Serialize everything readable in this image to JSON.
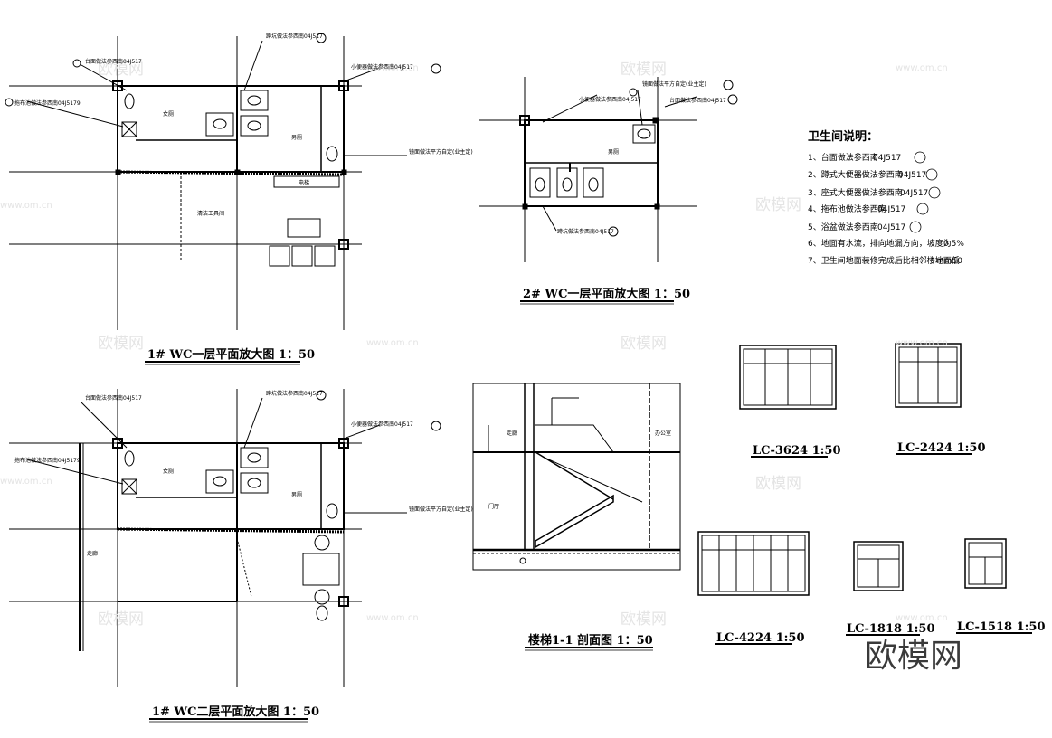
{
  "titles": {
    "wc1_floor1": "1# WC一层平面放大图 1：50",
    "wc2_floor1": "2# WC一层平面放大图 1：50",
    "wc1_floor2": "1# WC二层平面放大图 1：50",
    "stair_section": "楼梯1-1 剖面图 1：50"
  },
  "windows": [
    {
      "code": "LC-3624 1:50"
    },
    {
      "code": "LC-2424 1:50"
    },
    {
      "code": "LC-4224 1:50"
    },
    {
      "code": "LC-1818 1:50"
    },
    {
      "code": "LC-1518 1:50"
    }
  ],
  "notes": {
    "title": "卫生间说明：",
    "items": [
      {
        "text": "1、台面做法参西南",
        "ref": "04J517"
      },
      {
        "text": "2、蹲式大便器做法参西南",
        "ref": "04J517"
      },
      {
        "text": "3、座式大便器做法参西南",
        "ref": "04J517"
      },
      {
        "text": "4、拖布池做法参西南",
        "ref": "04J517"
      },
      {
        "text": "5、浴盆做法参西南",
        "ref": "04J517"
      },
      {
        "text": "6、地面有水流，排向地漏方向，坡度为",
        "ref": "0.5%"
      },
      {
        "text": "7、卫生间地面装修完成后比相邻楼地面低",
        "ref": "mm50"
      }
    ]
  },
  "labels": {
    "washbasin_ref": "台面做法参西南04J517",
    "mop_pool_ref": "拖布池做法参西南04J5179",
    "squat_ref": "蹲坑做法参西南04J517",
    "urinal_ref": "小便器做法参西南04J517",
    "mirror_note": "镜面做法平方自定(业主定)",
    "male": "男厕",
    "female": "女厕",
    "janitor": "清洁工具间",
    "corridor": "走廊",
    "office": "办公室",
    "hall": "门厅",
    "elevator": "电梯"
  },
  "watermarks": {
    "cn": "欧模网",
    "url": "www.om.cn",
    "brand": "欧模网"
  }
}
